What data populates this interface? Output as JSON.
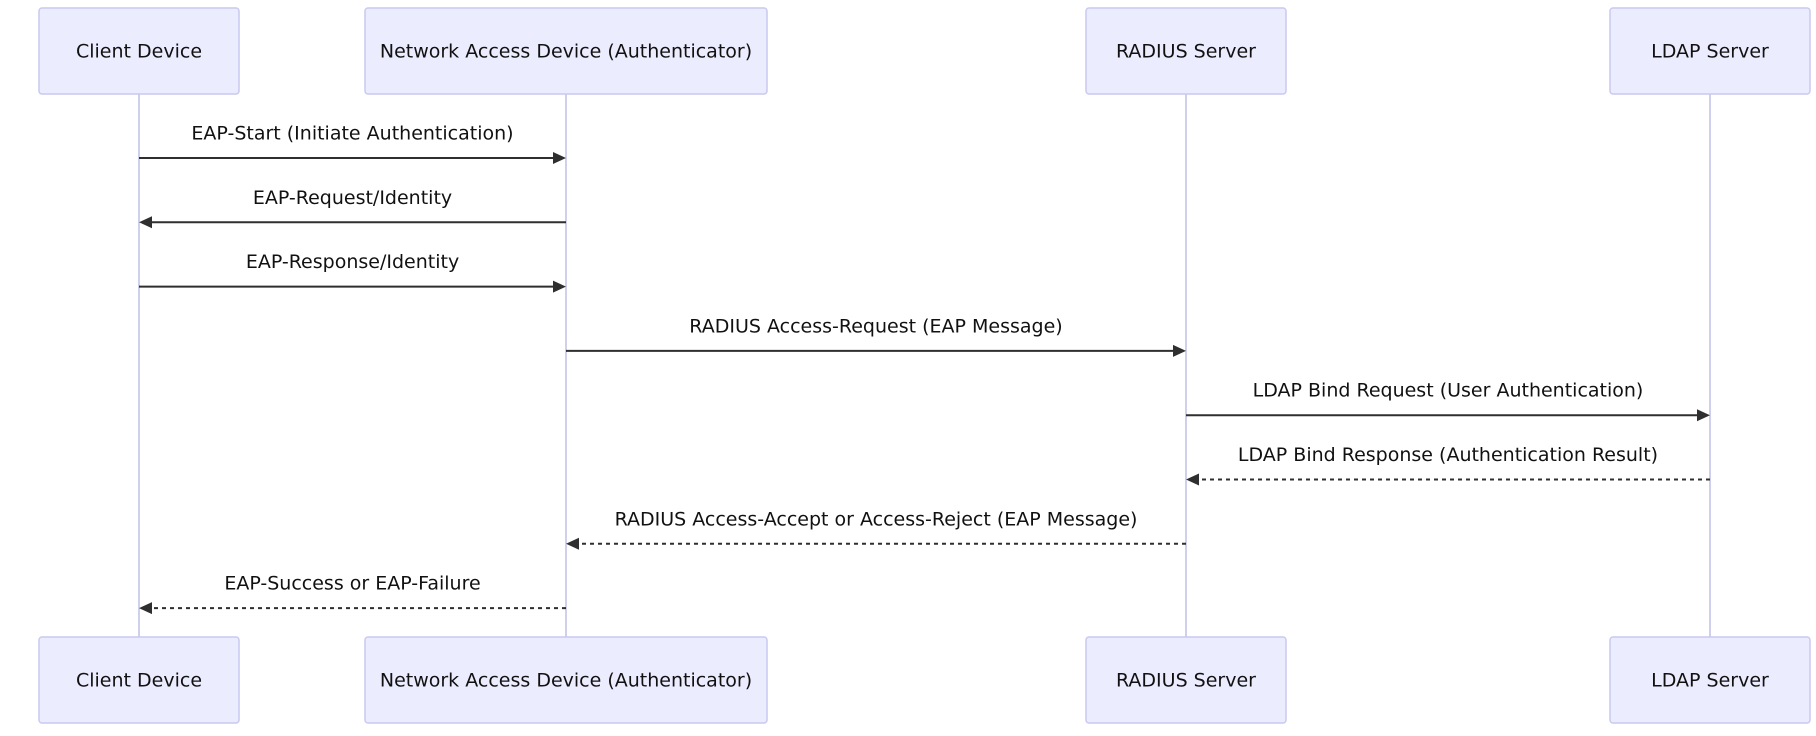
{
  "participants": [
    {
      "label": "Client Device"
    },
    {
      "label": "Network Access Device (Authenticator)"
    },
    {
      "label": "RADIUS Server"
    },
    {
      "label": "LDAP Server"
    }
  ],
  "messages": [
    {
      "text": "EAP-Start (Initiate Authentication)",
      "from": 0,
      "to": 1,
      "style": "solid"
    },
    {
      "text": "EAP-Request/Identity",
      "from": 1,
      "to": 0,
      "style": "solid"
    },
    {
      "text": "EAP-Response/Identity",
      "from": 0,
      "to": 1,
      "style": "solid"
    },
    {
      "text": "RADIUS Access-Request (EAP Message)",
      "from": 1,
      "to": 2,
      "style": "solid"
    },
    {
      "text": "LDAP Bind Request (User Authentication)",
      "from": 2,
      "to": 3,
      "style": "solid"
    },
    {
      "text": "LDAP Bind Response (Authentication Result)",
      "from": 3,
      "to": 2,
      "style": "dashed"
    },
    {
      "text": "RADIUS Access-Accept or Access-Reject (EAP Message)",
      "from": 2,
      "to": 1,
      "style": "dashed"
    },
    {
      "text": "EAP-Success or EAP-Failure",
      "from": 1,
      "to": 0,
      "style": "dashed"
    }
  ],
  "colors": {
    "actor_fill": "#ececff",
    "actor_border": "#c9c9f1",
    "lifeline": "#cfcfee",
    "arrow": "#2f2f2f",
    "text": "#111111"
  }
}
